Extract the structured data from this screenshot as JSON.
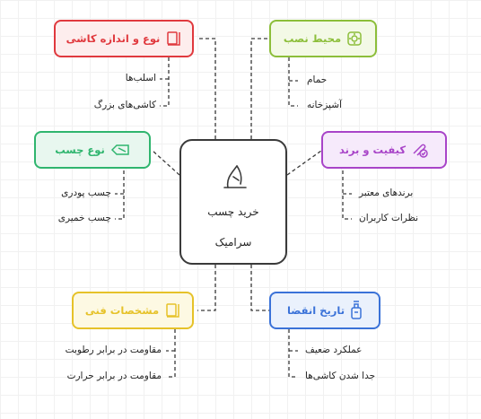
{
  "center": {
    "line1": "خرید چسب",
    "line2": "سرامیک"
  },
  "nodes": {
    "tile_type": {
      "label": "نوع و اندازه کاشی",
      "color": "#e0393e",
      "bg": "#fdeded",
      "items": [
        "اسلب‌ها",
        "کاشی‌های بزرگ"
      ]
    },
    "install_env": {
      "label": "محیط نصب",
      "color": "#8cbe3a",
      "bg": "#f3f9e6",
      "items": [
        "حمام",
        "آشپزخانه"
      ]
    },
    "glue_type": {
      "label": "نوع چسب",
      "color": "#2fb56e",
      "bg": "#e8f7ef",
      "items": [
        "چسب پودری",
        "چسب خمیری"
      ]
    },
    "quality_brand": {
      "label": "کیفیت و برند",
      "color": "#a844c8",
      "bg": "#f6eafb",
      "items": [
        "برندهای معتبر",
        "نظرات کاربران"
      ]
    },
    "specs": {
      "label": "مشخصات فنی",
      "color": "#e6c229",
      "bg": "#fdf9e3",
      "items": [
        "مقاومت در برابر رطوبت",
        "مقاومت در برابر حرارت"
      ]
    },
    "expiry": {
      "label": "تاریخ انقضا",
      "color": "#3a72d8",
      "bg": "#eaf1fc",
      "items": [
        "عملکرد ضعیف",
        "جدا شدن کاشی‌ها"
      ]
    }
  }
}
